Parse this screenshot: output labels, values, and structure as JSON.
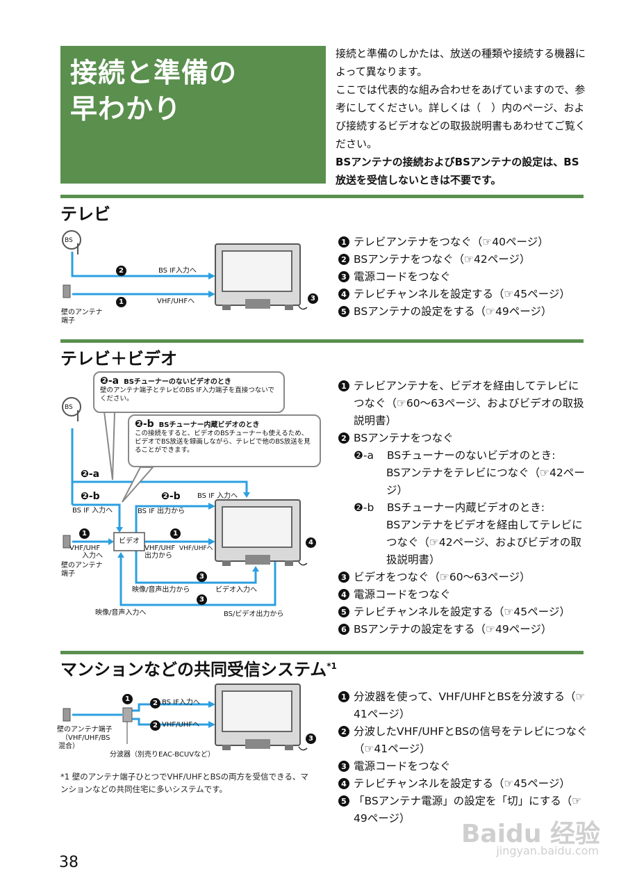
{
  "title": {
    "line1": "接続と準備の",
    "line2": "早わかり"
  },
  "intro": {
    "p1": "接続と準備のしかたは、放送の種類や接続する機器によって異なります。",
    "p2": "ここでは代表的な組み合わせをあげていますので、参考にしてください。詳しくは（　）内のページ、および接続するビデオなどの取扱説明書もあわせてご覧ください。",
    "p3": "BSアンテナの接続およびBSアンテナの設定は、BS放送を受信しないときは不要です。"
  },
  "sections": {
    "tv": {
      "title": "テレビ",
      "steps": [
        {
          "num": "1",
          "text": "テレビアンテナをつなぐ（☞40ページ）"
        },
        {
          "num": "2",
          "text": "BSアンテナをつなぐ（☞42ページ）"
        },
        {
          "num": "3",
          "text": "電源コードをつなぐ"
        },
        {
          "num": "4",
          "text": "テレビチャンネルを設定する（☞45ページ）"
        },
        {
          "num": "5",
          "text": "BSアンテナの設定をする（☞49ページ）"
        }
      ],
      "diagram": {
        "bs": "BS",
        "bs_if": "BS IF入力へ",
        "vhf": "VHF/UHFへ",
        "wall1": "壁のアンテナ",
        "wall2": "端子",
        "n1": "1",
        "n2": "2",
        "n3": "3"
      }
    },
    "tvvideo": {
      "title": "テレビ＋ビデオ",
      "steps": {
        "s1num": "1",
        "s1": "テレビアンテナを、ビデオを経由してテレビにつなぐ（☞60～63ページ、およびビデオの取扱説明書）",
        "s2num": "2",
        "s2": "BSアンテナをつなぐ",
        "s2a_lab": "❷-a",
        "s2a_1": "BSチューナーのないビデオのとき:",
        "s2a_2": "BSアンテナをテレビにつなぐ（☞42ページ）",
        "s2b_lab": "❷-b",
        "s2b_1": "BSチューナー内蔵ビデオのとき:",
        "s2b_2": "BSアンテナをビデオを経由してテレビにつなぐ（☞42ページ、およびビデオの取扱説明書）",
        "s3num": "3",
        "s3": "ビデオをつなぐ（☞60～63ページ）",
        "s4num": "4",
        "s4": "電源コードをつなぐ",
        "s5num": "5",
        "s5": "テレビチャンネルを設定する（☞45ページ）",
        "s6num": "6",
        "s6": "BSアンテナの設定をする（☞49ページ）"
      },
      "callout_a": {
        "lab": "❷-a",
        "head": "BSチューナーのないビデオのとき",
        "body": "壁のアンテナ端子とテレビのBS IF入力端子を直接つないでください。"
      },
      "callout_b": {
        "lab": "❷-b",
        "head": "BSチューナー内蔵ビデオのとき",
        "body": "この接続をすると、ビデオのBSチューナーも使えるため、ビデオでBS放送を録画しながら、テレビで他のBS放送を見ることができます。"
      },
      "diagram": {
        "bs": "BS",
        "n2a": "❷-a",
        "n2b_left": "❷-b",
        "n2b_mid": "❷-b",
        "bs_if_in": "BS IF 入力へ",
        "bs_if_in_top": "BS IF 入力へ",
        "bs_if_out": "BS IF 出力から",
        "video": "ビデオ",
        "vhf_in_l1": "VHF/UHF",
        "vhf_in_l2": "入力へ",
        "vhf_out_l1": "VHF/UHF",
        "vhf_out_l2": "出力から",
        "vhf_tv": "VHF/UHFへ",
        "wall1": "壁のアンテナ",
        "wall2": "端子",
        "av_out": "映像/音声出力から",
        "video_in": "ビデオ入力へ",
        "av_in": "映像/音声入力へ",
        "bs_video_out": "BS/ビデオ出力から",
        "n1a": "1",
        "n1b": "1",
        "n3a": "3",
        "n3b": "3",
        "n4": "4"
      }
    },
    "mansion": {
      "title": "マンションなどの共同受信システム",
      "sup": "*1",
      "steps": [
        {
          "num": "1",
          "text": "分波器を使って、VHF/UHFとBSを分波する（☞41ページ）"
        },
        {
          "num": "2",
          "text": "分波したVHF/UHFとBSの信号をテレビにつなぐ（☞41ページ）"
        },
        {
          "num": "3",
          "text": "電源コードをつなぐ"
        },
        {
          "num": "4",
          "text": "テレビチャンネルを設定する（☞45ページ）"
        },
        {
          "num": "5",
          "text": "「BSアンテナ電源」の設定を「切」にする（☞49ページ）"
        }
      ],
      "diagram": {
        "bs_if": "BS  IF入力へ",
        "vhf": "VHF/UHFへ",
        "wall1": "壁のアンテナ端子",
        "wall2": "（VHF/UHF/BS",
        "wall3": "混合）",
        "splitter": "分波器（別売りEAC-BCUVなど）",
        "n1": "1",
        "n2a": "2",
        "n2b": "2",
        "n3": "3"
      },
      "footnote_mark": "*1",
      "footnote": "壁のアンテナ端子ひとつでVHF/UHFとBSの両方を受信できる、マンションなどの共同住宅に多いシステムです。"
    }
  },
  "page_number": "38",
  "watermark": {
    "main": "Baidu 经验",
    "sub": "jingyan.baidu.com"
  },
  "colors": {
    "accent": "#5a8f4e",
    "line": "#2b9fe0"
  }
}
